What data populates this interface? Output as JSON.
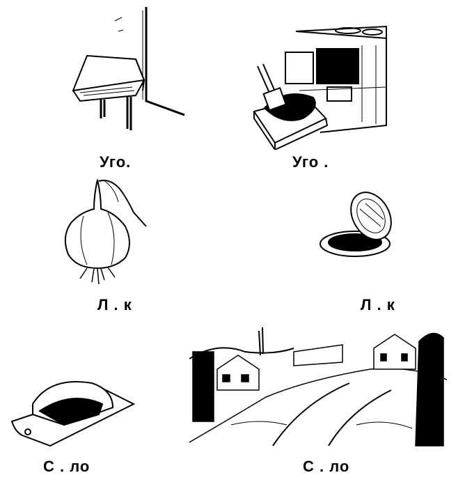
{
  "captions": {
    "corner": "Уго.",
    "coal": "Уго .",
    "onion": "Л . к",
    "hatch": "Л . к",
    "lard": "С . ло",
    "village": "С . ло"
  },
  "colors": {
    "ink": "#000000",
    "paper": "#ffffff"
  },
  "icons": {
    "corner": "room-corner-table-icon",
    "coal": "stove-coal-icon",
    "onion": "onion-icon",
    "hatch": "manhole-hatch-icon",
    "lard": "lard-on-board-icon",
    "village": "village-landscape-icon"
  }
}
